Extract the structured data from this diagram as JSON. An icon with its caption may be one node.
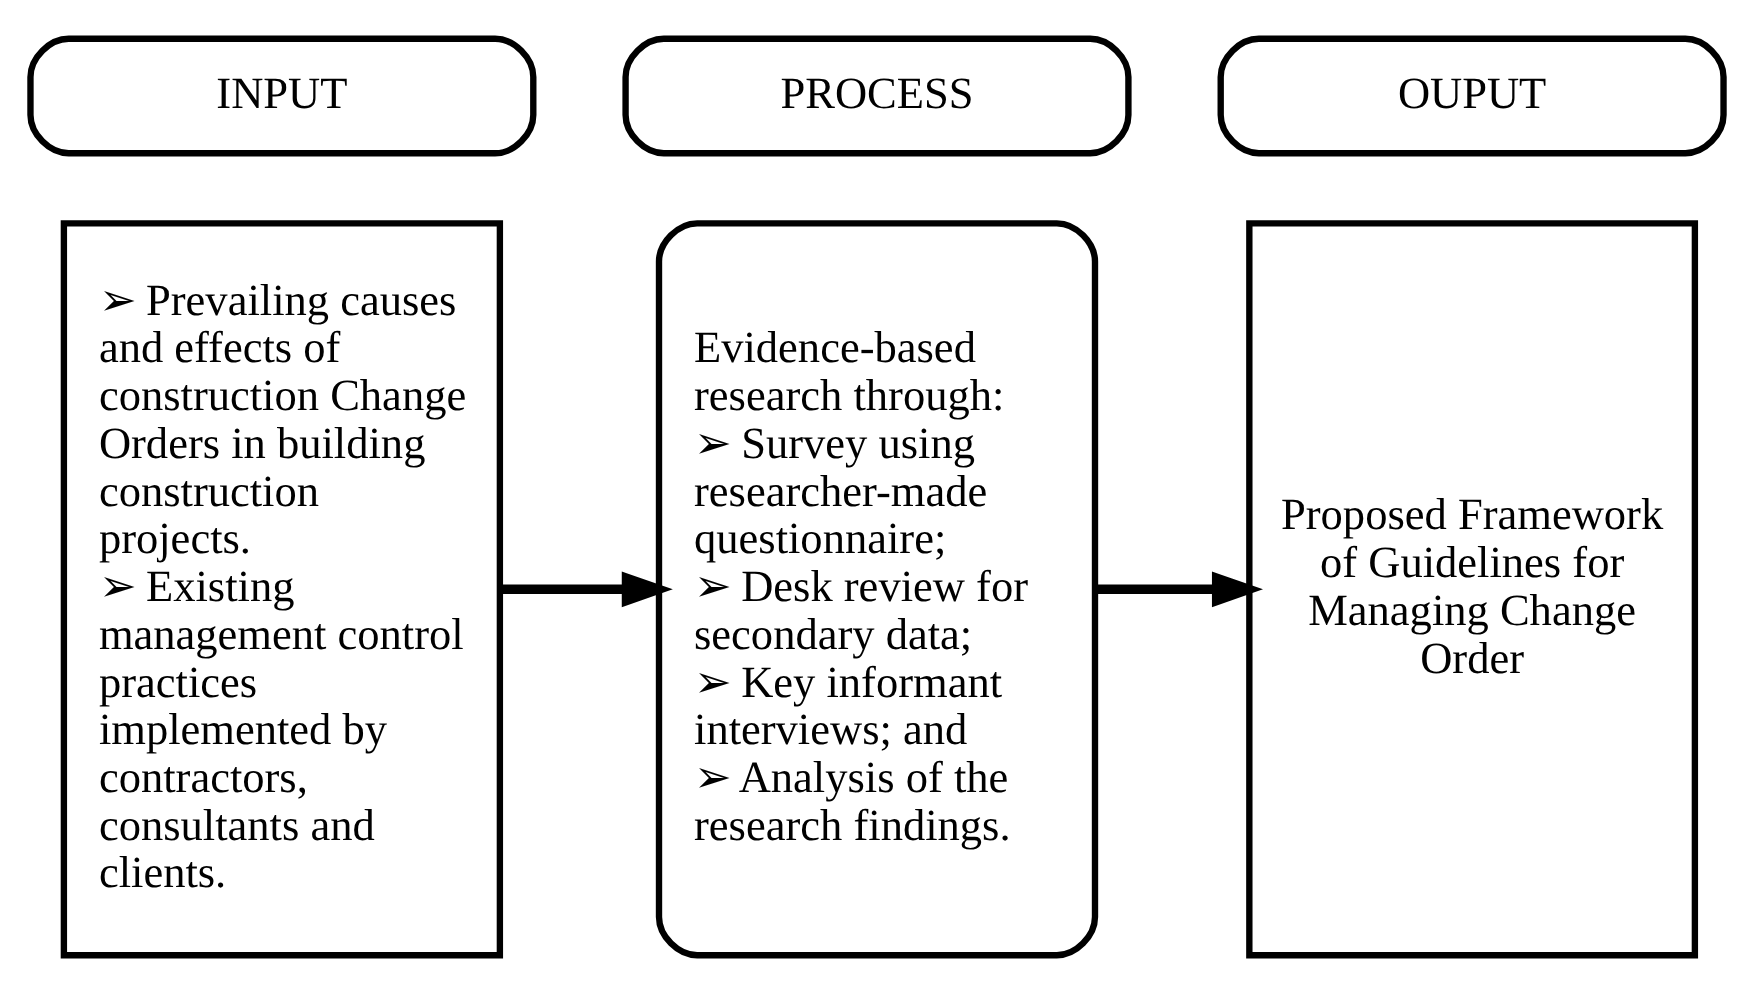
{
  "diagram": {
    "nodes": [
      {
        "text": [
          "INPUT"
        ]
      },
      {
        "text": [
          "PROCESS"
        ]
      },
      {
        "text": [
          "OUPUT"
        ]
      },
      {
        "text": [
          "➢ Prevailing causes and effects of construction Change Orders in building construction projects.",
          "➢ Existing management control practices implemented by contractors, consultants and clients."
        ]
      },
      {
        "text": [
          "Evidence-based research through:",
          "➢ Survey using researcher-made questionnaire;",
          "➢ Desk review for secondary data;",
          "➢ Key informant interviews; and",
          "➢ Analysis of the research findings."
        ]
      },
      {
        "text": [
          "Proposed Framework of Guidelines for Managing Change Order"
        ]
      }
    ],
    "edges": [
      {
        "from": 3,
        "to": 4,
        "arrow": "to"
      },
      {
        "from": 4,
        "to": 5,
        "arrow": "to"
      }
    ]
  }
}
